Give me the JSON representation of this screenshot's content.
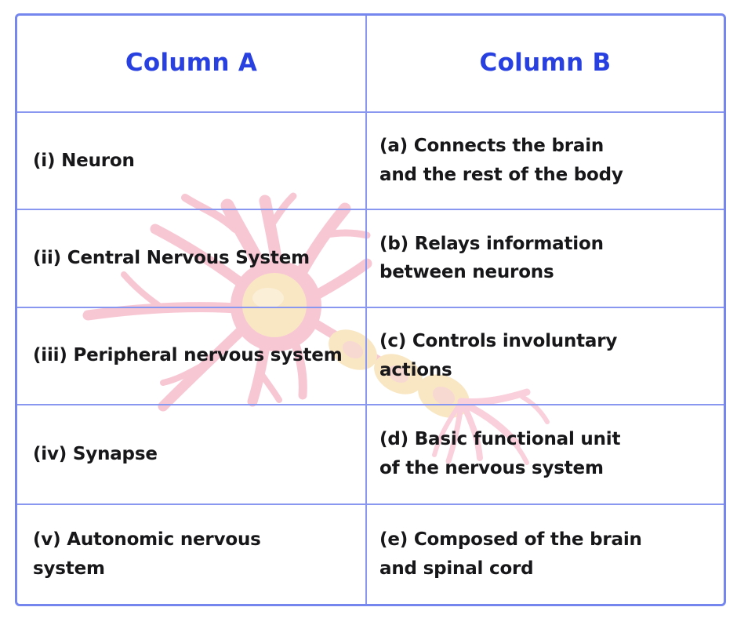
{
  "header": {
    "col_a": "Column A",
    "col_b": "Column B"
  },
  "rows": [
    {
      "a": "(i) Neuron",
      "b": "(a) Connects the brain and the rest of the body"
    },
    {
      "a": "(ii) Central Nervous System",
      "b": "(b) Relays information between neurons"
    },
    {
      "a": "(iii) Peripheral nervous system",
      "b": "(c) Controls involuntary actions"
    },
    {
      "a": "(iv) Synapse",
      "b": "(d) Basic functional unit of the nervous system"
    },
    {
      "a": "(v) Autonomic nervous system",
      "b": "(e) Composed of the brain and spinal cord"
    }
  ],
  "illustration": {
    "name": "neuron-watermark"
  },
  "colors": {
    "header_text": "#2840e0",
    "body_text": "#17171a",
    "border_strong": "#7587ef",
    "border_soft": "#8997f1",
    "neuron_pink": "#f8c3d1",
    "neuron_pink_light": "#f9cdd8",
    "neuron_cream": "#f9e6c0",
    "neuron_cream_light": "#fbeed4",
    "neuron_spot": "#f8d6cf",
    "page_bg": "#ffffff"
  }
}
